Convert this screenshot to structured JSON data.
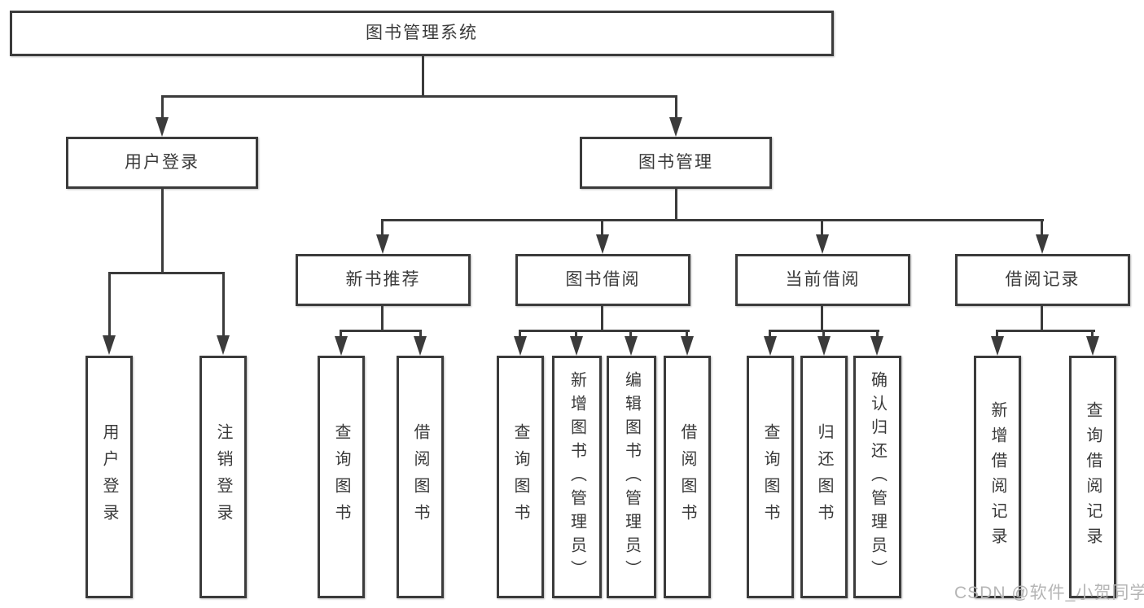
{
  "tree": {
    "root": {
      "label": "图书管理系统",
      "children": [
        {
          "label": "用户登录",
          "children": [
            {
              "label": "用户登录"
            },
            {
              "label": "注销登录"
            }
          ]
        },
        {
          "label": "图书管理",
          "children": [
            {
              "label": "新书推荐",
              "children": [
                {
                  "label": "查询图书"
                },
                {
                  "label": "借阅图书"
                }
              ]
            },
            {
              "label": "图书借阅",
              "children": [
                {
                  "label": "查询图书"
                },
                {
                  "label": "新增图书（管理员）"
                },
                {
                  "label": "编辑图书（管理员）"
                },
                {
                  "label": "借阅图书"
                }
              ]
            },
            {
              "label": "当前借阅",
              "children": [
                {
                  "label": "查询图书"
                },
                {
                  "label": "归还图书"
                },
                {
                  "label": "确认归还（管理员）"
                }
              ]
            },
            {
              "label": "借阅记录",
              "children": [
                {
                  "label": "新增借阅记录"
                },
                {
                  "label": "查询借阅记录"
                }
              ]
            }
          ]
        }
      ]
    }
  },
  "watermark": {
    "text": "CSDN @软件_小贺同学"
  },
  "colors": {
    "line": "#3b3b3b",
    "text": "#3a3a3a",
    "watermark": "#b5b5b5",
    "background": "#ffffff"
  }
}
